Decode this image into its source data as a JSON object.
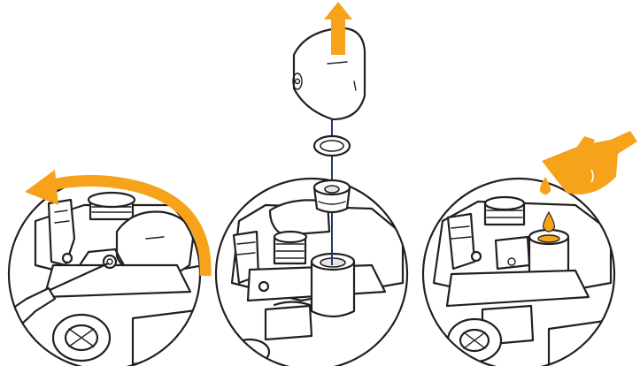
{
  "figure": {
    "panels": [
      {
        "id": "panel-1",
        "step": "remove-cap-screw"
      },
      {
        "id": "panel-2",
        "step": "lift-cap-and-seals"
      },
      {
        "id": "panel-3",
        "step": "fill-oil"
      }
    ],
    "icons": {
      "rotate_arrow": "rotate-counterclockwise-arrow-icon",
      "lift_arrow": "up-arrow-icon",
      "oil_can": "oil-can-icon",
      "oil_drop": "oil-drop-icon",
      "screwdriver": "screwdriver-icon"
    },
    "colors": {
      "accent": "#f7a21b",
      "line": "#231f20",
      "guide_line": "#1f3a6b",
      "background": "#ffffff"
    }
  }
}
